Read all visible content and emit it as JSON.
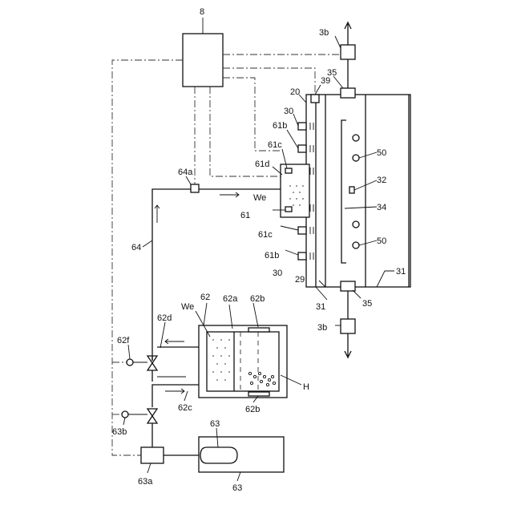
{
  "labels": {
    "l8": "8",
    "l3b_top": "3b",
    "l3b_bot": "3b",
    "l35_top": "35",
    "l35_bot": "35",
    "l39": "39",
    "l20": "20",
    "l30_top": "30",
    "l30_bot": "30",
    "l61b_top": "61b",
    "l61b_bot": "61b",
    "l61c_top": "61c",
    "l61c_bot": "61c",
    "l61d": "61d",
    "l61": "61",
    "lWe_top": "We",
    "lWe_bot": "We",
    "l50_top": "50",
    "l50_bot": "50",
    "l32": "32",
    "l34": "34",
    "l31_right": "31",
    "l31_bot": "31",
    "l29": "29",
    "l64a": "64a",
    "l64": "64",
    "l62": "62",
    "l62a": "62a",
    "l62b_top": "62b",
    "l62b_bot": "62b",
    "l62d": "62d",
    "l62c": "62c",
    "l62f": "62f",
    "l63b": "63b",
    "l63a": "63a",
    "l63_in": "63",
    "l63_bot": "63",
    "lH": "H"
  }
}
